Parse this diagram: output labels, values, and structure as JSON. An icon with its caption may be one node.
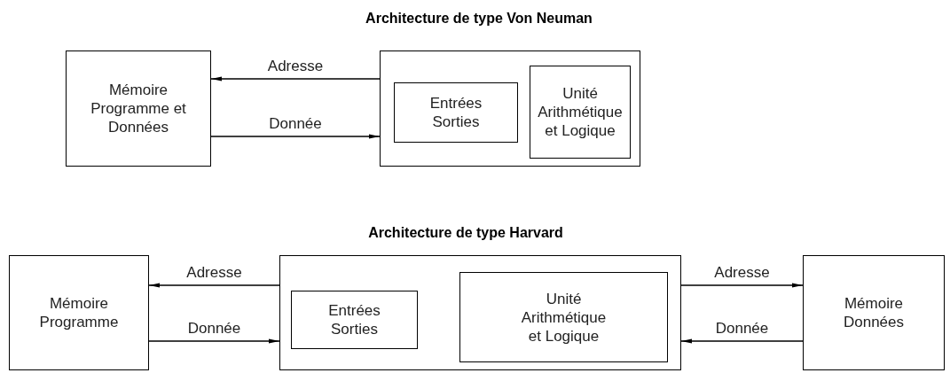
{
  "diagram": {
    "labels": [
      "Architecture de type Von Neuman",
      "Architecture de type Harvard"
    ],
    "nodes": [
      {
        "text": [
          "Mémoire Programme et Données"
        ]
      },
      {
        "text": [],
        "shape": "box"
      },
      {
        "text": [
          "Entrées Sorties"
        ],
        "in": 1
      },
      {
        "text": [
          "Unité Arithmétique et Logique"
        ],
        "in": 1
      },
      {
        "text": [
          "Mémoire Programme"
        ]
      },
      {
        "text": [],
        "shape": "box"
      },
      {
        "text": [
          "Entrées Sorties"
        ],
        "in": 5
      },
      {
        "text": [
          "Unité Arithmétique et Logique"
        ],
        "in": 5
      },
      {
        "text": [
          "Mémoire Données"
        ]
      }
    ],
    "edges": [
      {
        "from": 1,
        "to": 0,
        "arrow": "to",
        "label": "Adresse"
      },
      {
        "from": 0,
        "to": 1,
        "arrow": "to",
        "label": "Donnée"
      },
      {
        "from": 5,
        "to": 4,
        "arrow": "to",
        "label": "Adresse"
      },
      {
        "from": 4,
        "to": 5,
        "arrow": "to",
        "label": "Donnée"
      },
      {
        "from": 5,
        "to": 8,
        "arrow": "to",
        "label": "Adresse"
      },
      {
        "from": 8,
        "to": 5,
        "arrow": "to",
        "label": "Donnée"
      }
    ]
  }
}
